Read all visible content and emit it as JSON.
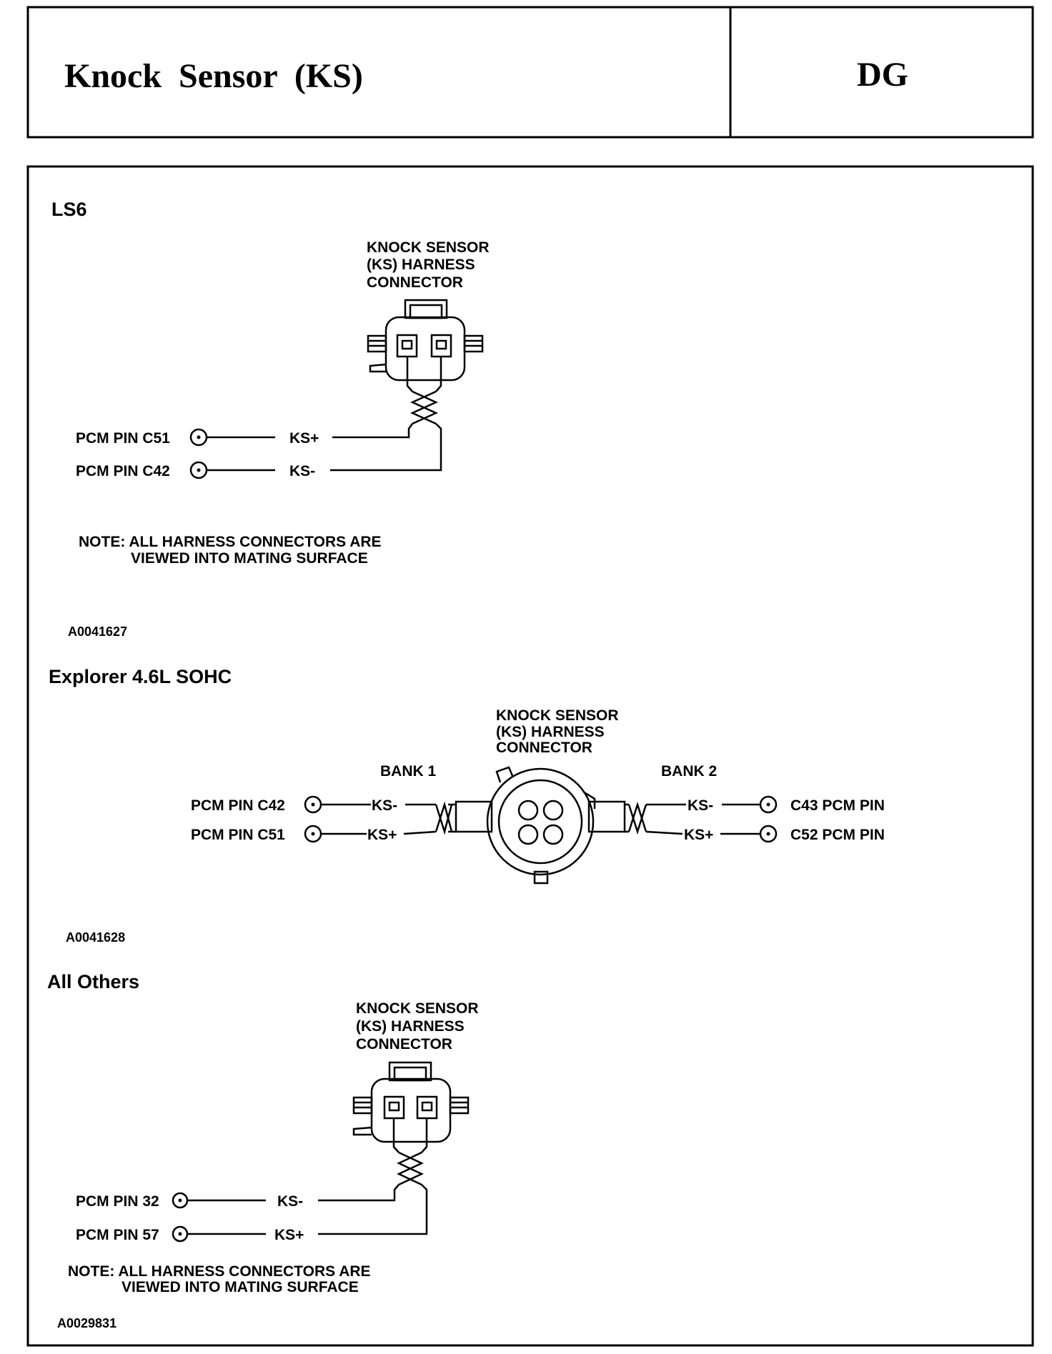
{
  "header": {
    "title": "Knock  Sensor  (KS)",
    "section_code": "DG"
  },
  "sections": [
    {
      "heading": "LS6",
      "connector_label": [
        "KNOCK SENSOR",
        "(KS) HARNESS",
        "CONNECTOR"
      ],
      "pins": [
        {
          "pin": "PCM PIN C51",
          "signal": "KS+"
        },
        {
          "pin": "PCM PIN C42",
          "signal": "KS-"
        }
      ],
      "note": [
        "NOTE: ALL HARNESS CONNECTORS ARE",
        "VIEWED INTO MATING SURFACE"
      ],
      "figure_id": "A0041627"
    },
    {
      "heading": "Explorer 4.6L SOHC",
      "connector_label": [
        "KNOCK SENSOR",
        "(KS) HARNESS",
        "CONNECTOR"
      ],
      "bank1": {
        "label": "BANK 1",
        "pins": [
          {
            "pin": "PCM PIN C42",
            "signal": "KS-"
          },
          {
            "pin": "PCM PIN C51",
            "signal": "KS+"
          }
        ]
      },
      "bank2": {
        "label": "BANK 2",
        "pins": [
          {
            "pin": "C43 PCM PIN",
            "signal": "KS-"
          },
          {
            "pin": "C52 PCM PIN",
            "signal": "KS+"
          }
        ]
      },
      "figure_id": "A0041628"
    },
    {
      "heading": "All Others",
      "connector_label": [
        "KNOCK SENSOR",
        "(KS) HARNESS",
        "CONNECTOR"
      ],
      "pins": [
        {
          "pin": "PCM PIN 32",
          "signal": "KS-"
        },
        {
          "pin": "PCM PIN 57",
          "signal": "KS+"
        }
      ],
      "note": [
        "NOTE: ALL HARNESS CONNECTORS ARE",
        "VIEWED INTO MATING SURFACE"
      ],
      "figure_id": "A0029831"
    }
  ]
}
